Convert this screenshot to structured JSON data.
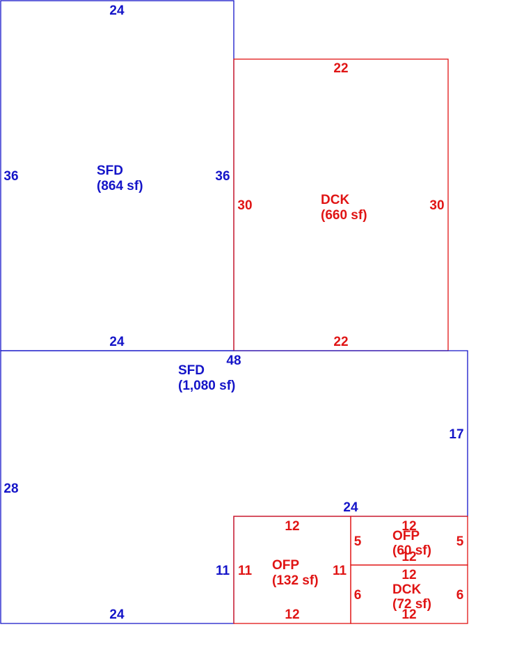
{
  "colors": {
    "dwelling": "#1414c8",
    "addition": "#e01414"
  },
  "sfd_upper": {
    "code": "SFD",
    "area": "(864 sf)",
    "dim_top": "24",
    "dim_bottom": "24",
    "dim_left": "36",
    "dim_right": "36"
  },
  "dck_upper": {
    "code": "DCK",
    "area": "(660 sf)",
    "dim_top": "22",
    "dim_bottom": "22",
    "dim_left": "30",
    "dim_right": "30"
  },
  "sfd_lower": {
    "code": "SFD",
    "area": "(1,080 sf)",
    "dim_top": "48",
    "dim_left": "28",
    "dim_right": "17",
    "dim_bottom": "24",
    "dim_notch_top": "24",
    "dim_notch_side": "11"
  },
  "ofp_large": {
    "code": "OFP",
    "area": "(132 sf)",
    "dim_top": "12",
    "dim_bottom": "12",
    "dim_left": "11",
    "dim_right": "11"
  },
  "ofp_small": {
    "code": "OFP",
    "area": "(60 sf)",
    "dim_top": "12",
    "dim_bottom": "12",
    "dim_left": "5",
    "dim_right": "5"
  },
  "dck_small": {
    "code": "DCK",
    "area": "(72 sf)",
    "dim_top": "12",
    "dim_bottom": "12",
    "dim_left": "6",
    "dim_right": "6"
  }
}
